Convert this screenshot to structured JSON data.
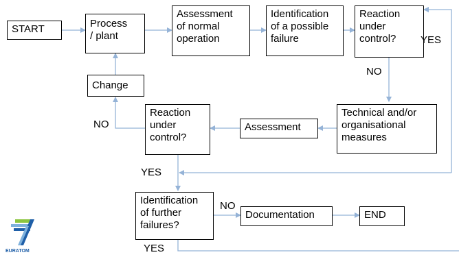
{
  "diagram": {
    "nodes": {
      "start": "START",
      "process_plant": "Process\n/ plant",
      "assessment_normal": "Assessment\nof normal\noperation",
      "identification_failure": "Identification\nof a possible\nfailure",
      "reaction_top": "Reaction\nunder\ncontrol?",
      "technical_measures": "Technical and/or\norganisational\nmeasures",
      "assessment": "Assessment",
      "reaction_mid": "Reaction\nunder\ncontrol?",
      "change": "Change",
      "identification_further": "Identification\nof further\nfailures?",
      "documentation": "Documentation",
      "end": "END"
    },
    "edge_labels": {
      "yes_top": "YES",
      "no_top": "NO",
      "no_mid": "NO",
      "yes_mid": "YES",
      "no_bottom": "NO",
      "yes_bottom": "YES"
    }
  },
  "logo": {
    "text": "EURATOM",
    "icon": "fp7-seven-logo-icon"
  },
  "colors": {
    "line": "#95b3d7",
    "box_border": "#000000",
    "logo_blue": "#1f5fa8",
    "logo_light": "#7fb2dd",
    "logo_green": "#8cc63f"
  }
}
